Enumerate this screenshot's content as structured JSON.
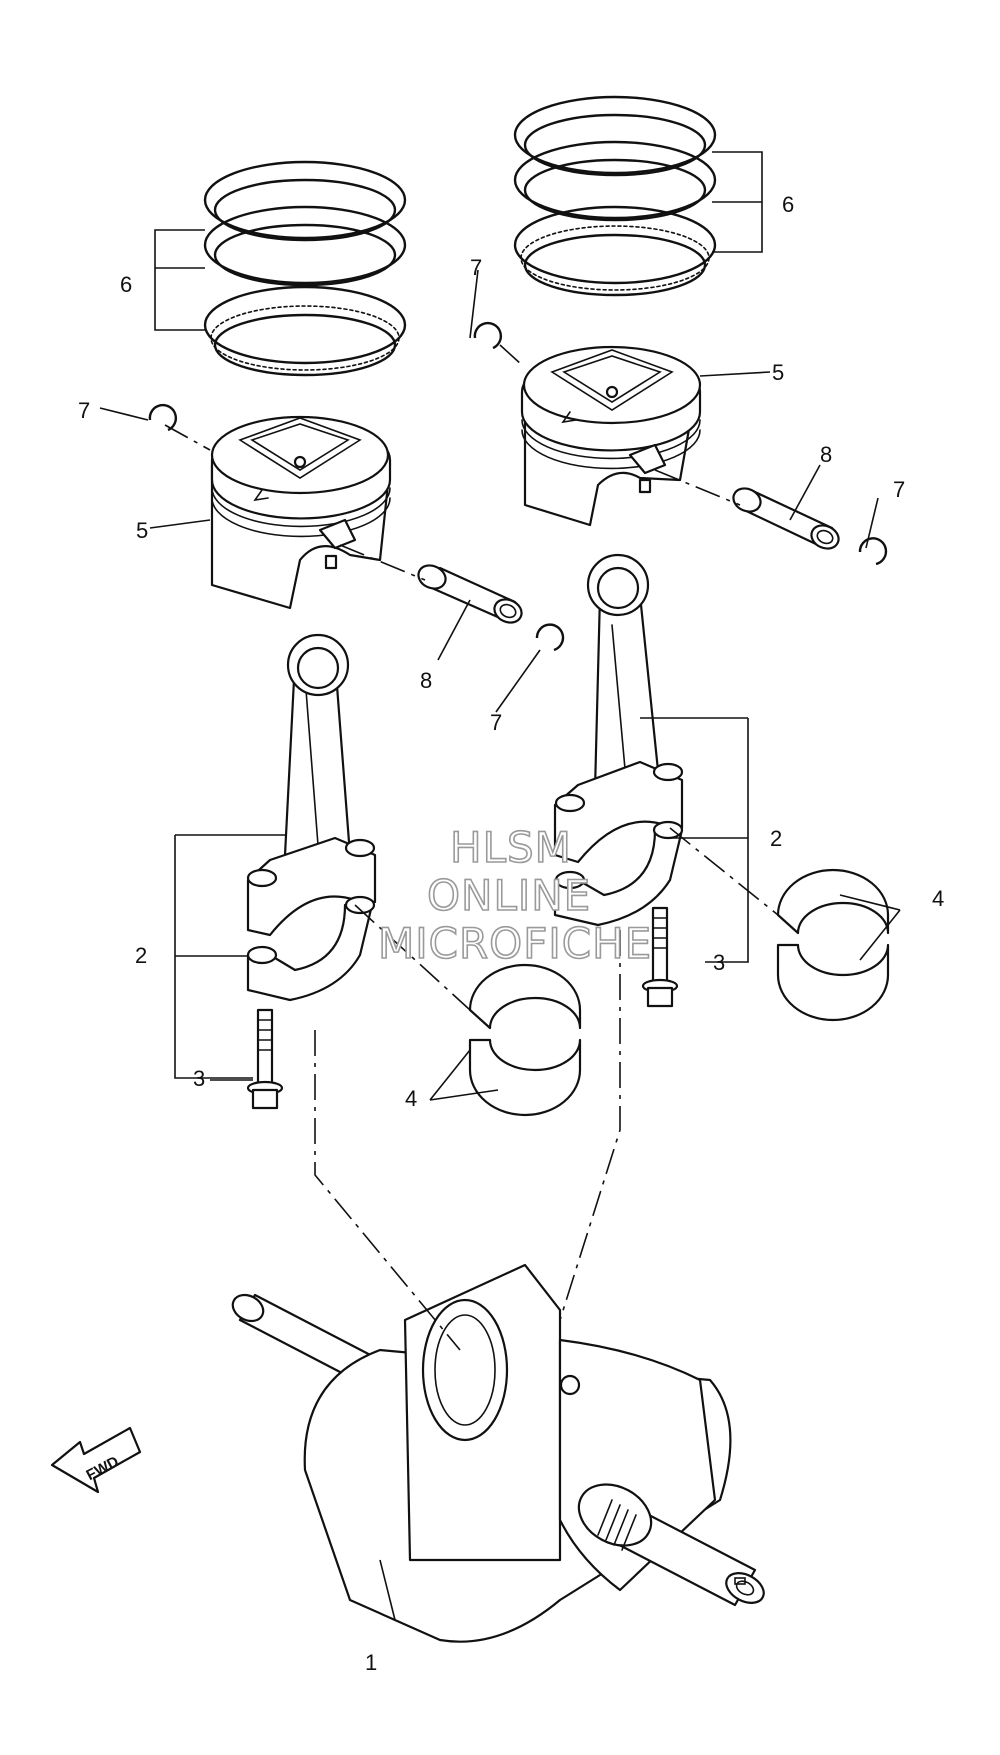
{
  "callouts": {
    "crankshaft": "1",
    "connecting_rod_left": "2",
    "connecting_rod_right": "2",
    "rod_bolt_left": "3",
    "rod_bolt_right": "3",
    "bearing_left": "4",
    "bearing_right": "4",
    "piston_left": "5",
    "piston_right": "5",
    "ring_set_left": "6",
    "ring_set_right": "6",
    "clip_left_outer": "7",
    "clip_left_inner": "7",
    "clip_right_outer": "7",
    "clip_right_inner": "7",
    "pin_left": "8",
    "pin_right": "8"
  },
  "watermark": {
    "line1": "HLSM",
    "line2": "ONLINE",
    "line3": "MICROFICHE"
  },
  "fwd_label": "FWD"
}
